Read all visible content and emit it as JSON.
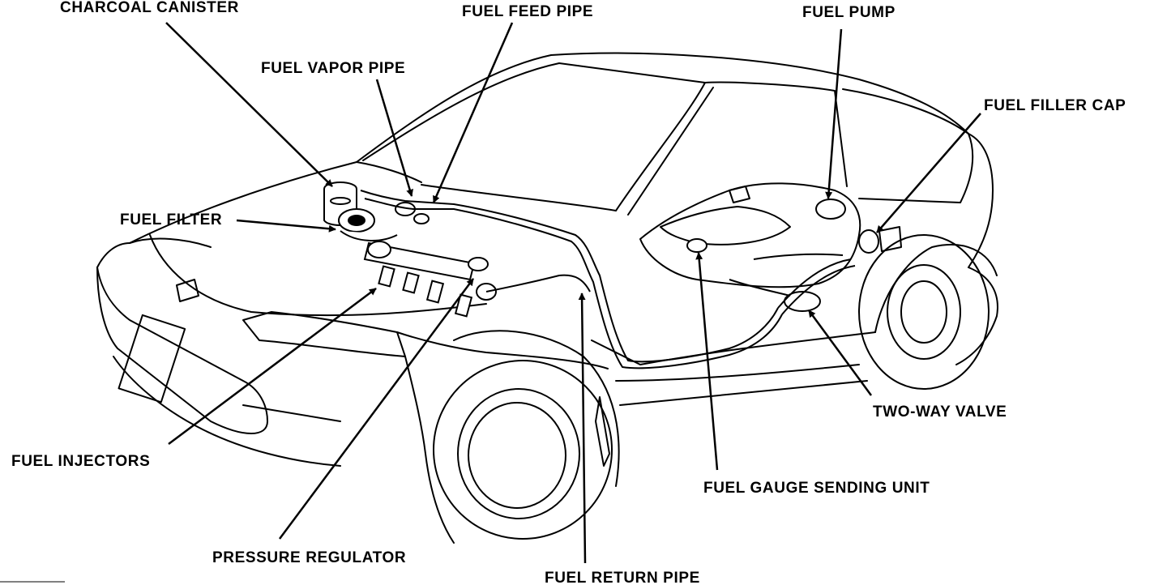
{
  "colors": {
    "ink": "#000000",
    "paper": "#ffffff"
  },
  "labels": {
    "charcoal_canister": "CHARCOAL CANISTER",
    "fuel_feed_pipe": "FUEL FEED PIPE",
    "fuel_pump": "FUEL PUMP",
    "fuel_vapor_pipe": "FUEL VAPOR PIPE",
    "fuel_filler_cap": "FUEL FILLER CAP",
    "fuel_filter": "FUEL FILTER",
    "two_way_valve": "TWO-WAY VALVE",
    "fuel_injectors": "FUEL INJECTORS",
    "fuel_gauge_sending_unit": "FUEL GAUGE SENDING UNIT",
    "pressure_regulator": "PRESSURE REGULATOR",
    "fuel_return_pipe": "FUEL RETURN PIPE"
  }
}
